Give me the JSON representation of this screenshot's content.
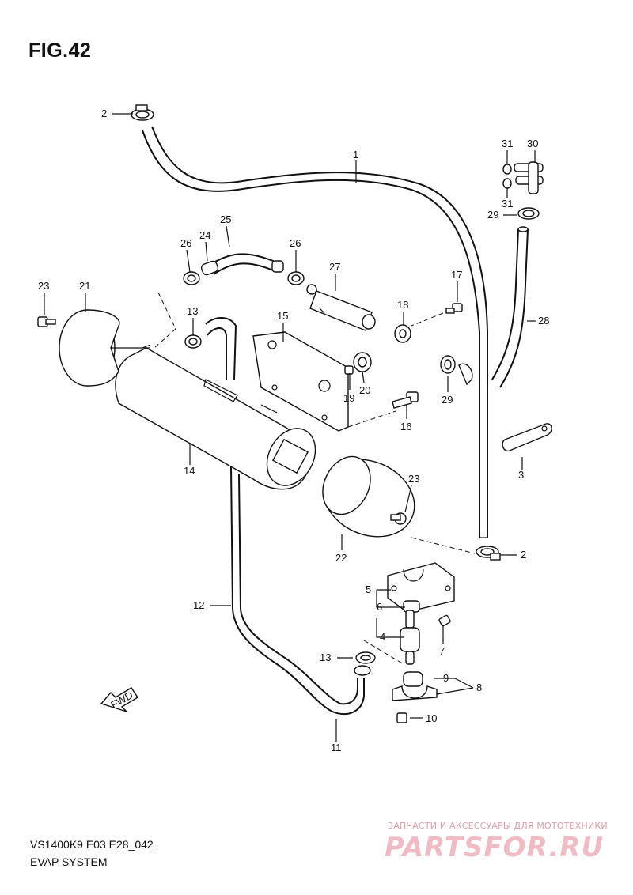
{
  "figure": {
    "title": "FIG.42"
  },
  "footer": {
    "code": "VS1400K9 E03 E28_042",
    "name": "EVAP SYSTEM"
  },
  "watermark": {
    "tagline": "ЗАПЧАСТИ И АКСЕССУАРЫ ДЛЯ МОТОТЕХНИКИ",
    "logo": "PARTSFOR.RU"
  },
  "fwd_arrow": {
    "label": "FWD"
  },
  "callouts": {
    "c1": "1",
    "c2a": "2",
    "c2b": "2",
    "c3": "3",
    "c4": "4",
    "c5": "5",
    "c6": "6",
    "c7": "7",
    "c8": "8",
    "c9": "9",
    "c10": "10",
    "c11": "11",
    "c12": "12",
    "c13a": "13",
    "c13b": "13",
    "c14": "14",
    "c15": "15",
    "c16": "16",
    "c17": "17",
    "c18": "18",
    "c19": "19",
    "c20": "20",
    "c21": "21",
    "c22": "22",
    "c23a": "23",
    "c23b": "23",
    "c24": "24",
    "c25": "25",
    "c26a": "26",
    "c26b": "26",
    "c27": "27",
    "c28": "28",
    "c29a": "29",
    "c29b": "29",
    "c30": "30",
    "c31a": "31",
    "c31b": "31"
  }
}
